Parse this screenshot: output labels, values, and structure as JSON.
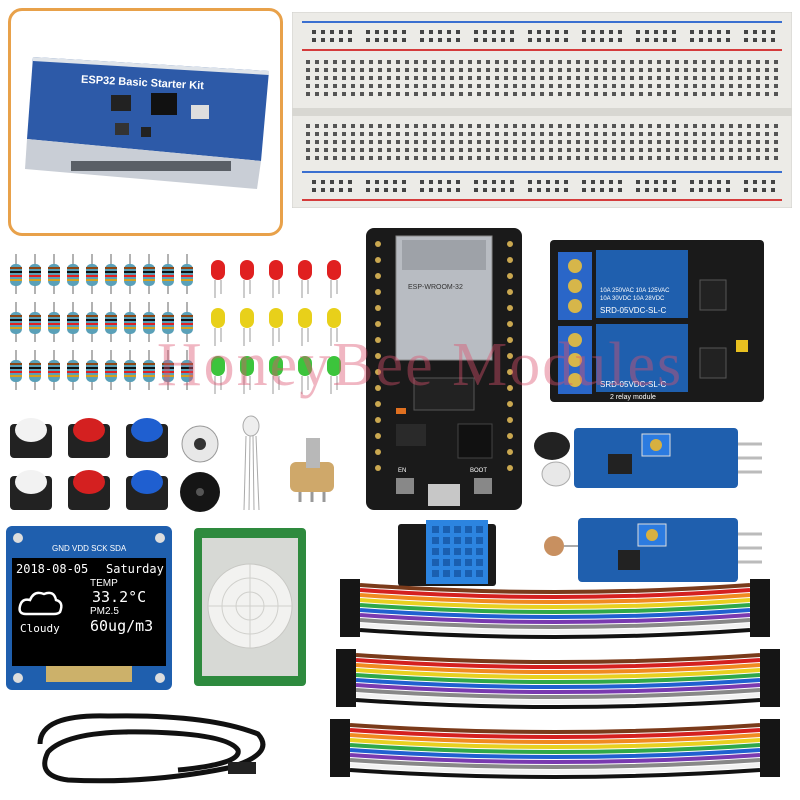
{
  "kit_box": {
    "title": "ESP32 Basic Starter Kit"
  },
  "oled": {
    "pins": "GND VDD SCK SDA",
    "date": "2018-08-05",
    "day": "Saturday",
    "temp_label": "TEMP",
    "temp_value": "33.2°C",
    "pm_label": "PM2.5",
    "pm_value": "60ug/m3",
    "weather": "Cloudy"
  },
  "relay": {
    "rating_line1": "10A 250VAC 10A 125VAC",
    "rating_line2": "10A 30VDC 10A 28VDC",
    "model": "SRD-05VDC-SL-C",
    "label": "2 relay module"
  },
  "esp32": {
    "chip_label": "ESP-WROOM-32",
    "boot_label": "BOOT",
    "en_label": "EN"
  },
  "watermark": "HoneyBee Modules",
  "colors": {
    "accent_orange": "#e8a14a",
    "pcb_blue": "#1f5fae",
    "pcb_black": "#1a1a1a",
    "led_red": "#e02020",
    "led_yellow": "#e8d01a",
    "led_green": "#3cc43c"
  }
}
